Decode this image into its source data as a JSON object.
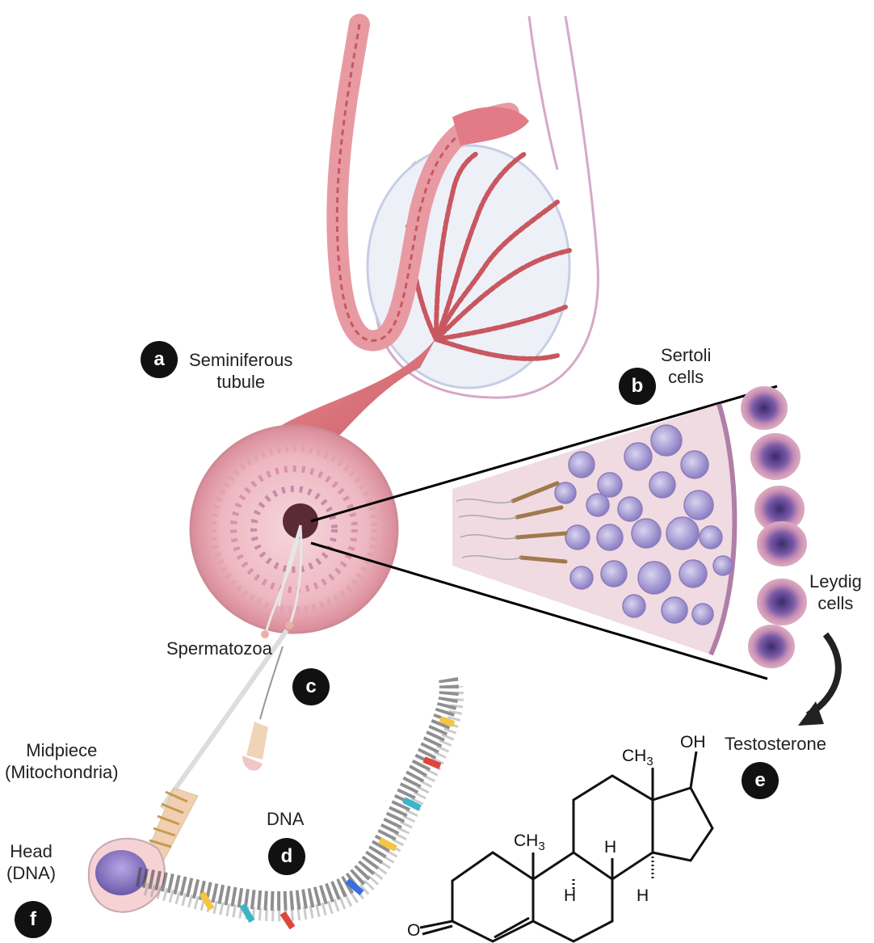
{
  "labels": {
    "a_text": [
      "Seminiferous",
      "tubule"
    ],
    "b_text": [
      "Sertoli",
      "cells"
    ],
    "leydig_text": [
      "Leydig",
      "cells"
    ],
    "c_text": "Spermatozoa",
    "midpiece_text": [
      "Midpiece",
      "(Mitochondria)"
    ],
    "head_text": [
      "Head",
      "(DNA)"
    ],
    "dna_text": "DNA",
    "testosterone_text": "Testosterone"
  },
  "badges": {
    "a": "a",
    "b": "b",
    "c": "c",
    "d": "d",
    "e": "e",
    "f": "f"
  },
  "chem": {
    "ch3_a": "CH",
    "ch3_b": "CH",
    "sub3": "3",
    "oh": "OH",
    "h": "H",
    "o": "O"
  },
  "colors": {
    "tissue_pink": "#e9a3a8",
    "tubule_red": "#c9575f",
    "cell_purple": "#6a5aa8",
    "badge": "#111111"
  }
}
